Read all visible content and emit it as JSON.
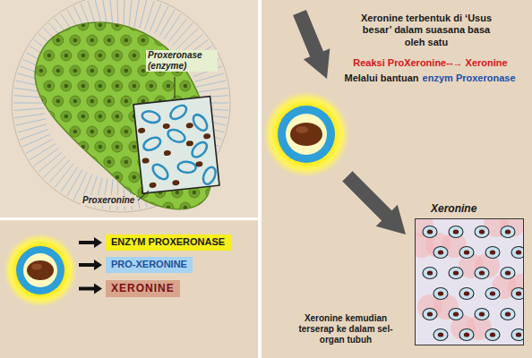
{
  "diagram": {
    "nodes": [
      {
        "text": [
          "ENZYM PROXERONASE"
        ]
      },
      {
        "text": [
          "PRO-XERONINE"
        ]
      },
      {
        "text": [
          "XERONINE"
        ]
      },
      {
        "text": [
          "Xeronine"
        ]
      }
    ],
    "labels": [
      "Proxeronase (enzyme)",
      "Proxeronine",
      "Xeronine terbentuk di ‘Usus besar’ dalam suasana basa oleh satu",
      "Reaksi ProXeronine--→ Xeronine",
      "Melalui bantuan",
      "enzym Proxeronase",
      "Xeronine kemudian terserap ke dalam sel-organ tubuh"
    ]
  }
}
